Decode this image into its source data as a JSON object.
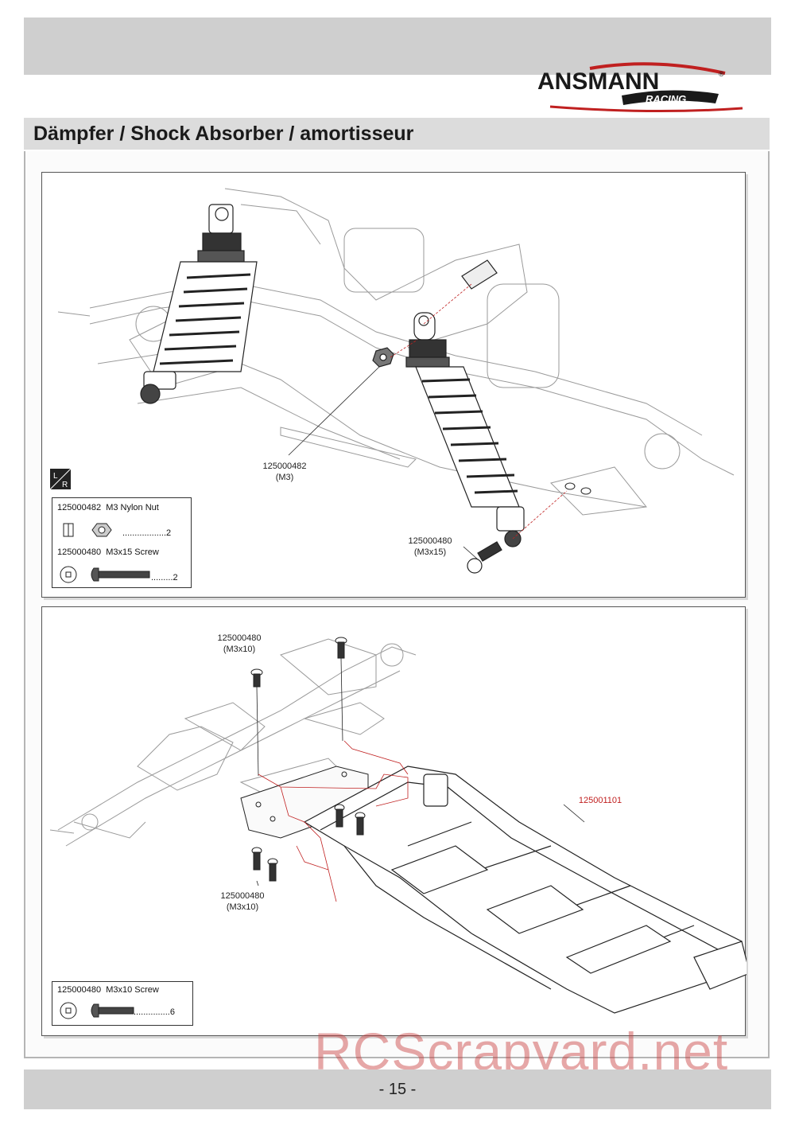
{
  "header": {
    "brand_name": "ANSMANN",
    "brand_sub": "RACING",
    "brand_mark": "®"
  },
  "title": "Dämpfer / Shock Absorber / amortisseur",
  "step1": {
    "lr_label_top": "L",
    "lr_label_bottom": "R",
    "callout_nut_part": "125000482",
    "callout_nut_size": "(M3)",
    "callout_screw_part": "125000480",
    "callout_screw_size": "(M3x15)",
    "parts": [
      {
        "part": "125000482",
        "name": "M3 Nylon Nut",
        "qty": "..................2"
      },
      {
        "part": "125000480",
        "name": "M3x15 Screw",
        "qty": ".........2"
      }
    ]
  },
  "step2": {
    "callout_top_part": "125000480",
    "callout_top_size": "(M3x10)",
    "callout_bottom_part": "125000480",
    "callout_bottom_size": "(M3x10)",
    "callout_chassis_part": "125001101",
    "parts": [
      {
        "part": "125000480",
        "name": "M3x10 Screw",
        "qty": "...............6"
      }
    ]
  },
  "footer": {
    "page_number": "- 15 -"
  },
  "watermark": "RCScrapyard.net",
  "colors": {
    "accent_red": "#c02020",
    "band_gray": "#cfcfcf"
  }
}
